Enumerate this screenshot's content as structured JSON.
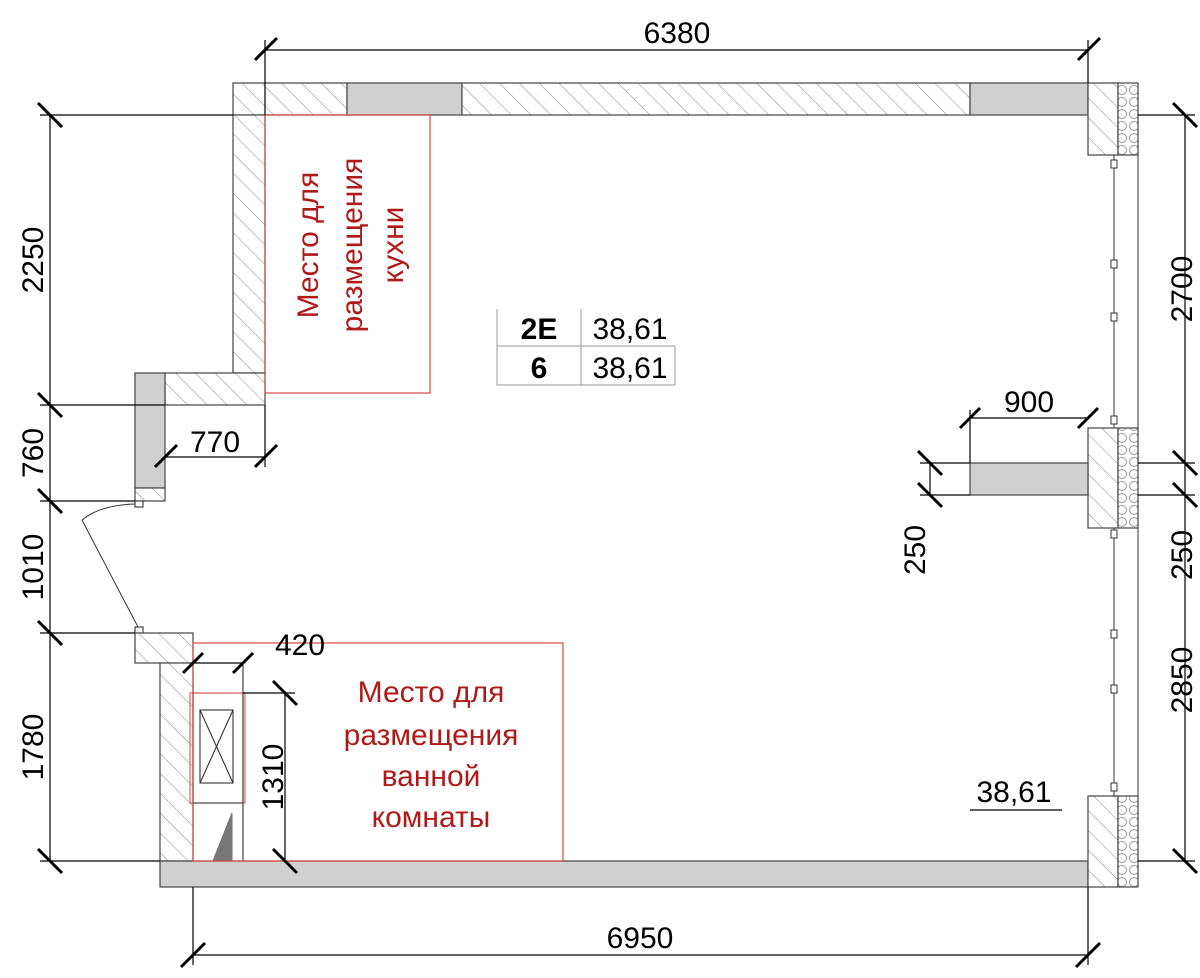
{
  "dimensions": {
    "top_width": "6380",
    "bottom_width": "6950",
    "left_top": "2250",
    "left_760": "760",
    "left_1010": "1010",
    "left_1780": "1780",
    "notch_770": "770",
    "bath_420": "420",
    "bath_1310": "1310",
    "right_2700": "2700",
    "right_250": "250",
    "right_2850": "2850",
    "partition_900": "900",
    "partition_250": "250"
  },
  "zones": {
    "kitchen": [
      "Место для",
      "размещения",
      "кухни"
    ],
    "bathroom": [
      "Место для",
      "размещения",
      "ванной",
      "комнаты"
    ]
  },
  "room_table": {
    "rows": [
      {
        "label": "2E",
        "value": "38,61"
      },
      {
        "label": "6",
        "value": "38,61"
      }
    ]
  },
  "area_label": "38,61",
  "colors": {
    "zone_outline": "#d64545",
    "zone_text": "#b01919",
    "wall_fill": "#d0d0d0"
  }
}
